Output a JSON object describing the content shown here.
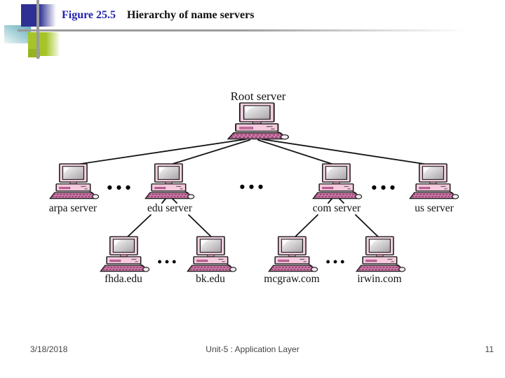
{
  "header": {
    "figure_label": "Figure 25.5",
    "title": "Hierarchy of name servers"
  },
  "diagram": {
    "root": {
      "label": "Root server"
    },
    "level2": [
      {
        "label": "arpa server"
      },
      {
        "label": "edu server"
      },
      {
        "label": "com server"
      },
      {
        "label": "us server"
      }
    ],
    "level3": [
      {
        "label": "fhda.edu"
      },
      {
        "label": "bk.edu"
      },
      {
        "label": "mcgraw.com"
      },
      {
        "label": "irwin.com"
      }
    ],
    "ellipsis": "•••"
  },
  "footer": {
    "date": "3/18/2018",
    "center": "Unit-5 : Application Layer",
    "page": "11"
  },
  "colors": {
    "figure_label": "#2222b0",
    "logo_blue": "#2e3093",
    "logo_teal": "#66aebb",
    "logo_green": "#a6c426",
    "rule_gray": "#9b9b9b",
    "computer_pink": "#f3cfe0",
    "keyboard_pink": "#d37fae",
    "footer_text": "#454545"
  }
}
